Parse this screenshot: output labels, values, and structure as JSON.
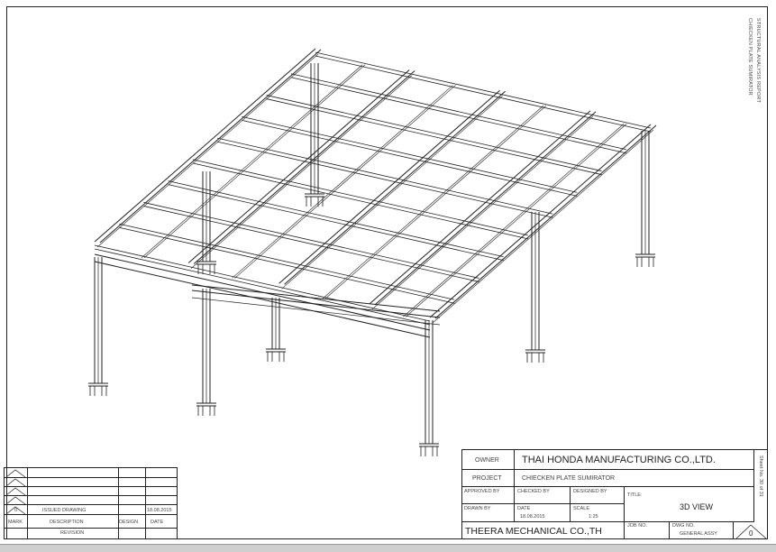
{
  "side_note": {
    "line1": "STRUCTURAL ANALYSIS REPORT",
    "line2": "CHIECKEN PLATE SUMIRATOR"
  },
  "title_block": {
    "owner_label": "OWNER",
    "owner_value": "THAI HONDA MANUFACTURING CO.,LTD.",
    "project_label": "PROJECT",
    "project_value": "CHIECKEN PLATE SUMIRATOR",
    "approved_by_label": "APPROVED BY",
    "checked_by_label": "CHECKED BY",
    "designed_by_label": "DESIGNED BY",
    "title_label": "TITLE:",
    "title_value": "3D VIEW",
    "drawn_by_label": "DRAWN BY",
    "date_label": "DATE",
    "date_value": "18.08.2015",
    "scale_label": "SCALE",
    "scale_value": "1:25",
    "company": "THEERA MECHANICAL CO.,TH",
    "job_no_label": "JOB NO.",
    "dwg_no_label": "DWG NO.",
    "dwg_no_value": "GENERAL ASSY",
    "revision_mark": "0",
    "sheet_no": "Sheet No. 30 of 31"
  },
  "revision_table": {
    "rows": [
      {
        "mark": "",
        "description": "",
        "design": "",
        "date": ""
      },
      {
        "mark": "",
        "description": "",
        "design": "",
        "date": ""
      },
      {
        "mark": "",
        "description": "",
        "design": "",
        "date": ""
      },
      {
        "mark": "",
        "description": "",
        "design": "",
        "date": ""
      },
      {
        "mark": "0",
        "description": "ISSUED DRAWING",
        "design": "",
        "date": "18.08.2015"
      }
    ],
    "header_mark": "MARK",
    "header_description": "DESCRIPTION",
    "header_design": "DESIGN",
    "header_date": "DATE",
    "footer": "REVISION"
  }
}
